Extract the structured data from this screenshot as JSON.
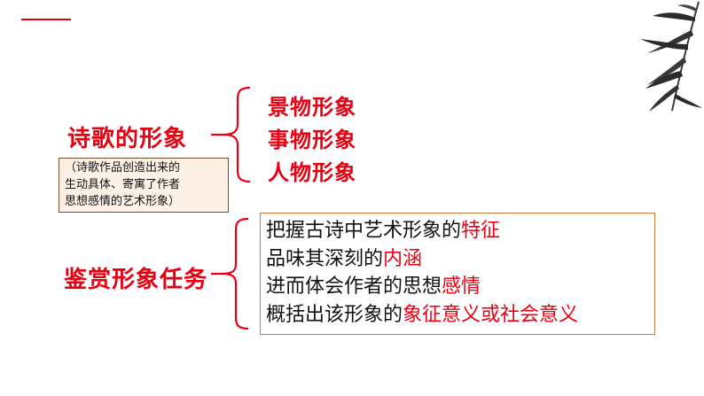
{
  "concept": {
    "title": "诗歌的形象",
    "note_lines": [
      "（诗歌作品创造出来的",
      "生动具体、寄寓了作者",
      "思想感情的艺术形象）"
    ],
    "types": [
      "景物形象",
      "事物形象",
      "人物形象"
    ]
  },
  "task": {
    "title": "鉴赏形象任务",
    "lines": [
      {
        "text": "把握古诗中艺术形象的",
        "highlight": "特征"
      },
      {
        "text": "品味其深刻的",
        "highlight": "内涵"
      },
      {
        "text": "进而体会作者的思想",
        "highlight": "感情"
      },
      {
        "text": "概括出该形象的",
        "highlight": "象征意义或社会意义"
      }
    ]
  },
  "colors": {
    "accent": "#e60012",
    "note_bg": "#fdf1e6",
    "box_border": "#c87a3a"
  }
}
